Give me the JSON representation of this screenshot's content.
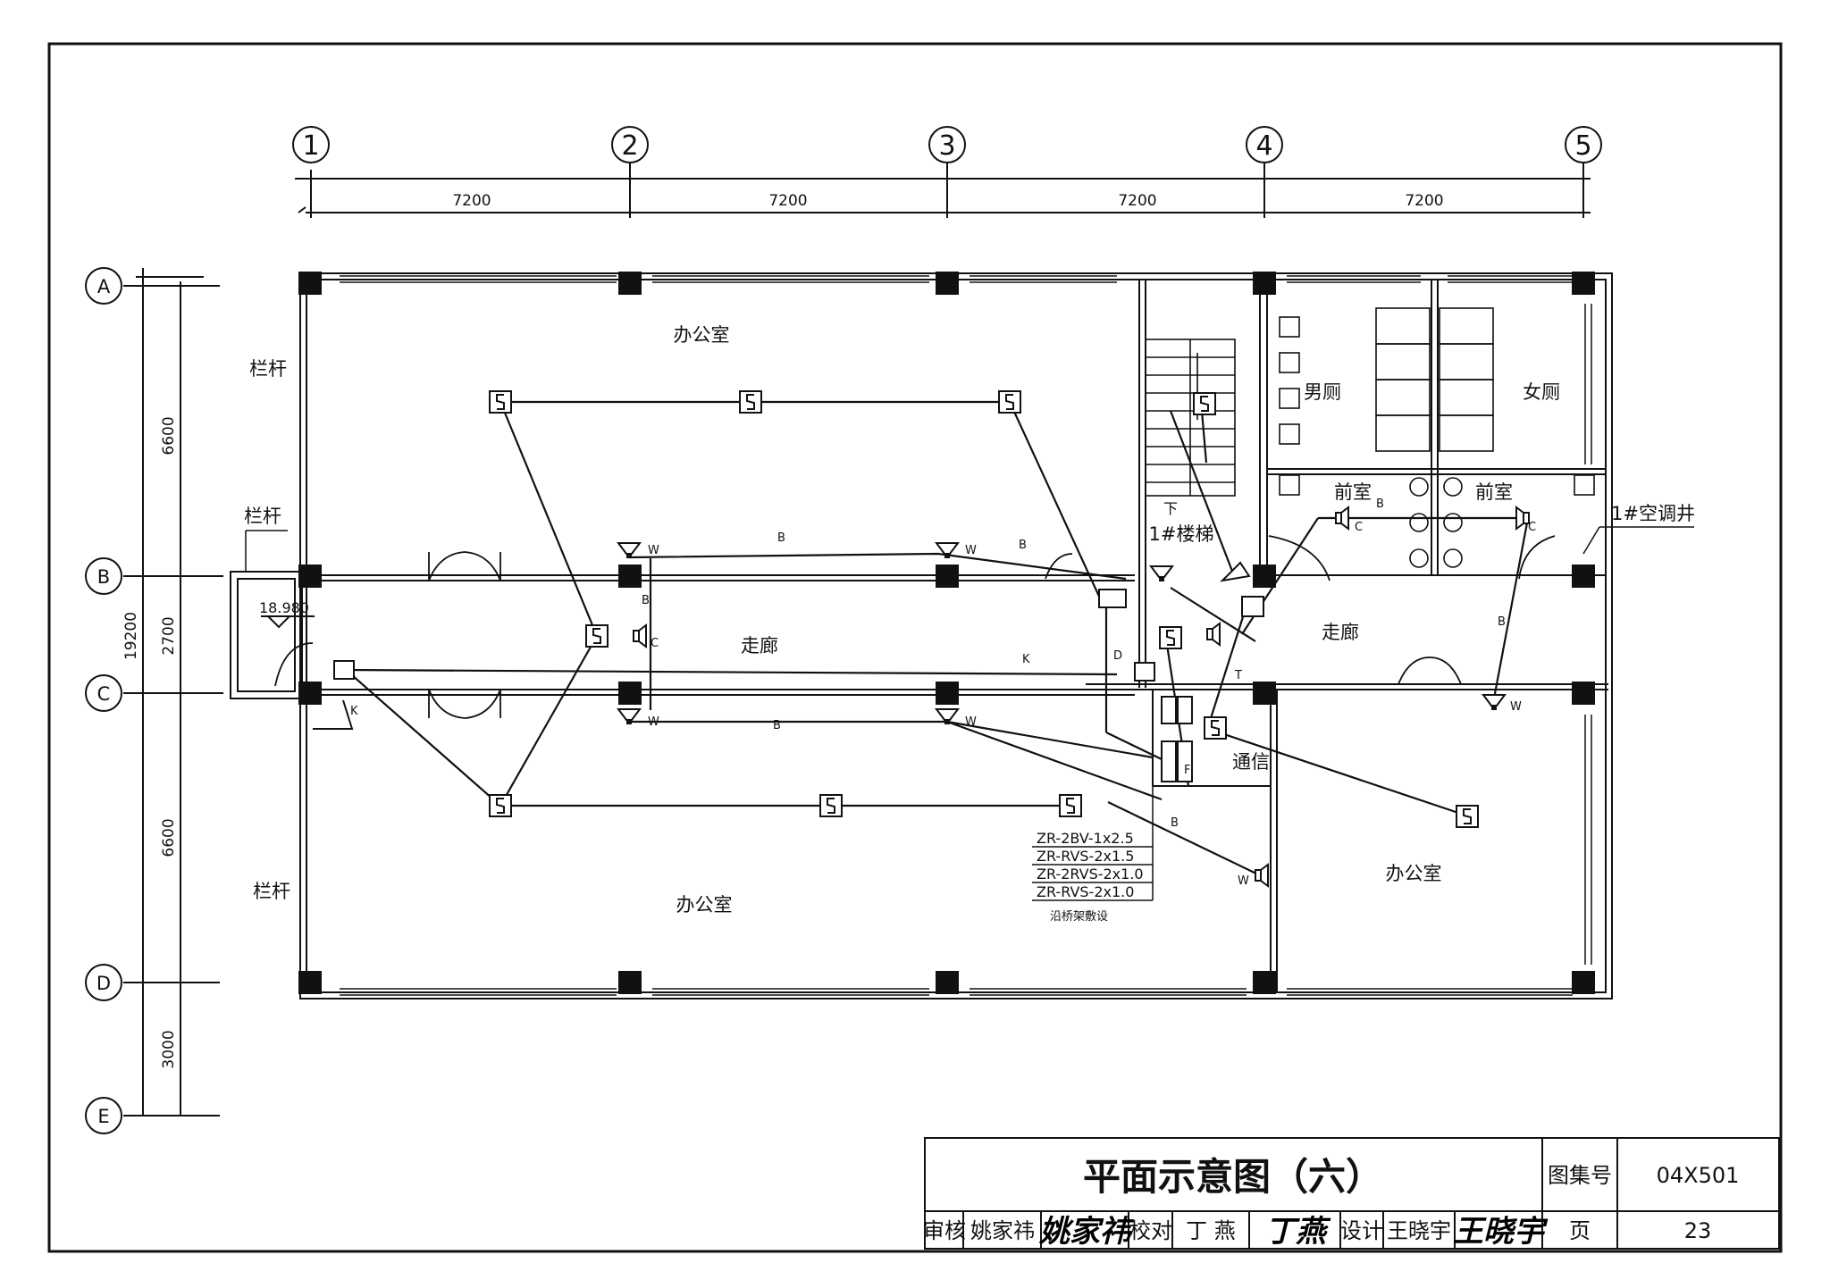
{
  "grid": {
    "columns": [
      "1",
      "2",
      "3",
      "4",
      "5"
    ],
    "rows": [
      "A",
      "B",
      "C",
      "D",
      "E"
    ],
    "col_spacing": [
      "7200",
      "7200",
      "7200",
      "7200"
    ],
    "row_spacing": [
      "6600",
      "2700",
      "6600",
      "3000"
    ],
    "total_depth": "19200"
  },
  "rooms": {
    "office_north": "办公室",
    "office_south": "办公室",
    "office_east": "办公室",
    "corridor_west": "走廊",
    "corridor_east": "走廊",
    "stair": "1#楼梯",
    "stair_down": "下",
    "mens": "男厕",
    "womens": "女厕",
    "anteroom_1": "前室",
    "anteroom_2": "前室",
    "comm": "通信",
    "ac_shaft": "1#空调井",
    "railing_1": "栏杆",
    "railing_2": "栏杆",
    "railing_3": "栏杆",
    "elevation": "18.980"
  },
  "wire_labels": {
    "B": "B",
    "W": "W",
    "C": "C",
    "K": "K",
    "D": "D",
    "T": "T",
    "F": "F"
  },
  "cables": {
    "c1": "ZR-2BV-1x2.5",
    "c2": "ZR-RVS-2x1.5",
    "c3": "ZR-2RVS-2x1.0",
    "c4": "ZR-RVS-2x1.0",
    "note": "沿桥架敷设"
  },
  "symbols": {
    "smoke": "S"
  },
  "title_block": {
    "title": "平面示意图（六）",
    "atlas_label": "图集号",
    "atlas_no": "04X501",
    "review_label": "审核",
    "reviewer": "姚家祎",
    "reviewer_sig": "姚家祎",
    "check_label": "校对",
    "checker": "丁 燕",
    "checker_sig": "丁燕",
    "design_label": "设计",
    "designer": "王晓宇",
    "designer_sig": "王晓宇",
    "page_label": "页",
    "page_no": "23"
  }
}
